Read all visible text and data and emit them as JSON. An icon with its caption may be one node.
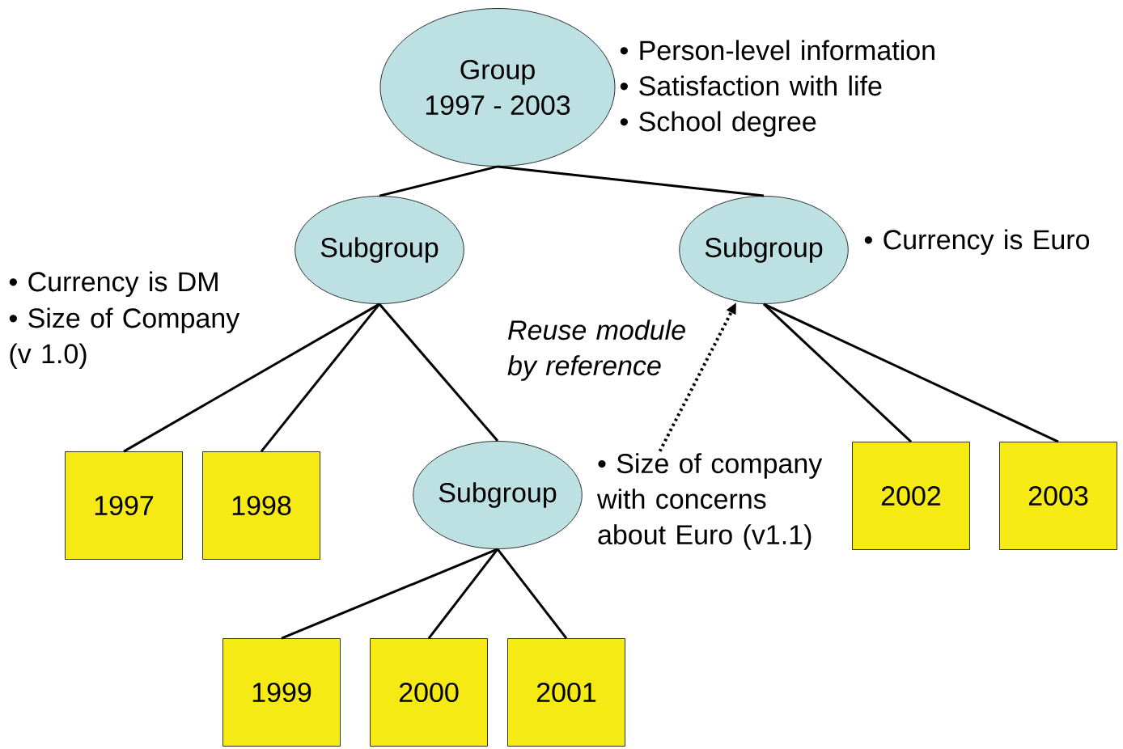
{
  "diagram": {
    "nodes": [
      {
        "text": [
          "Group",
          "1997 - 2003"
        ],
        "beside": [
          "• Person-level information",
          "• Satisfaction with life",
          "• School degree"
        ]
      },
      {
        "text": [
          "Subgroup"
        ],
        "beside": [
          "• Currency is DM",
          "• Size of Company (v 1.0)"
        ]
      },
      {
        "text": [
          "Subgroup"
        ],
        "beside": [
          "• Currency is Euro"
        ]
      },
      {
        "text": [
          "1997"
        ]
      },
      {
        "text": [
          "1998"
        ]
      },
      {
        "text": [
          "Subgroup"
        ]
      },
      {
        "text": [
          "1999"
        ]
      },
      {
        "text": [
          "2000"
        ]
      },
      {
        "text": [
          "2001"
        ]
      },
      {
        "text": [
          "2002"
        ]
      },
      {
        "text": [
          "2003"
        ]
      },
      {
        "text": [
          "• Size of company with concerns about Euro (v1.1)"
        ]
      }
    ],
    "edges": [
      {
        "from": 0,
        "to": 1,
        "arrow": "none"
      },
      {
        "from": 0,
        "to": 2,
        "arrow": "none"
      },
      {
        "from": 1,
        "to": 3,
        "arrow": "none"
      },
      {
        "from": 1,
        "to": 4,
        "arrow": "none"
      },
      {
        "from": 1,
        "to": 5,
        "arrow": "none"
      },
      {
        "from": 5,
        "to": 6,
        "arrow": "none"
      },
      {
        "from": 5,
        "to": 7,
        "arrow": "none"
      },
      {
        "from": 5,
        "to": 8,
        "arrow": "none"
      },
      {
        "from": 2,
        "to": 9,
        "arrow": "none"
      },
      {
        "from": 2,
        "to": 10,
        "arrow": "none"
      },
      {
        "from": 11,
        "to": 2,
        "arrow": "to",
        "style": "dashed",
        "label": "Reuse module by reference"
      }
    ]
  }
}
